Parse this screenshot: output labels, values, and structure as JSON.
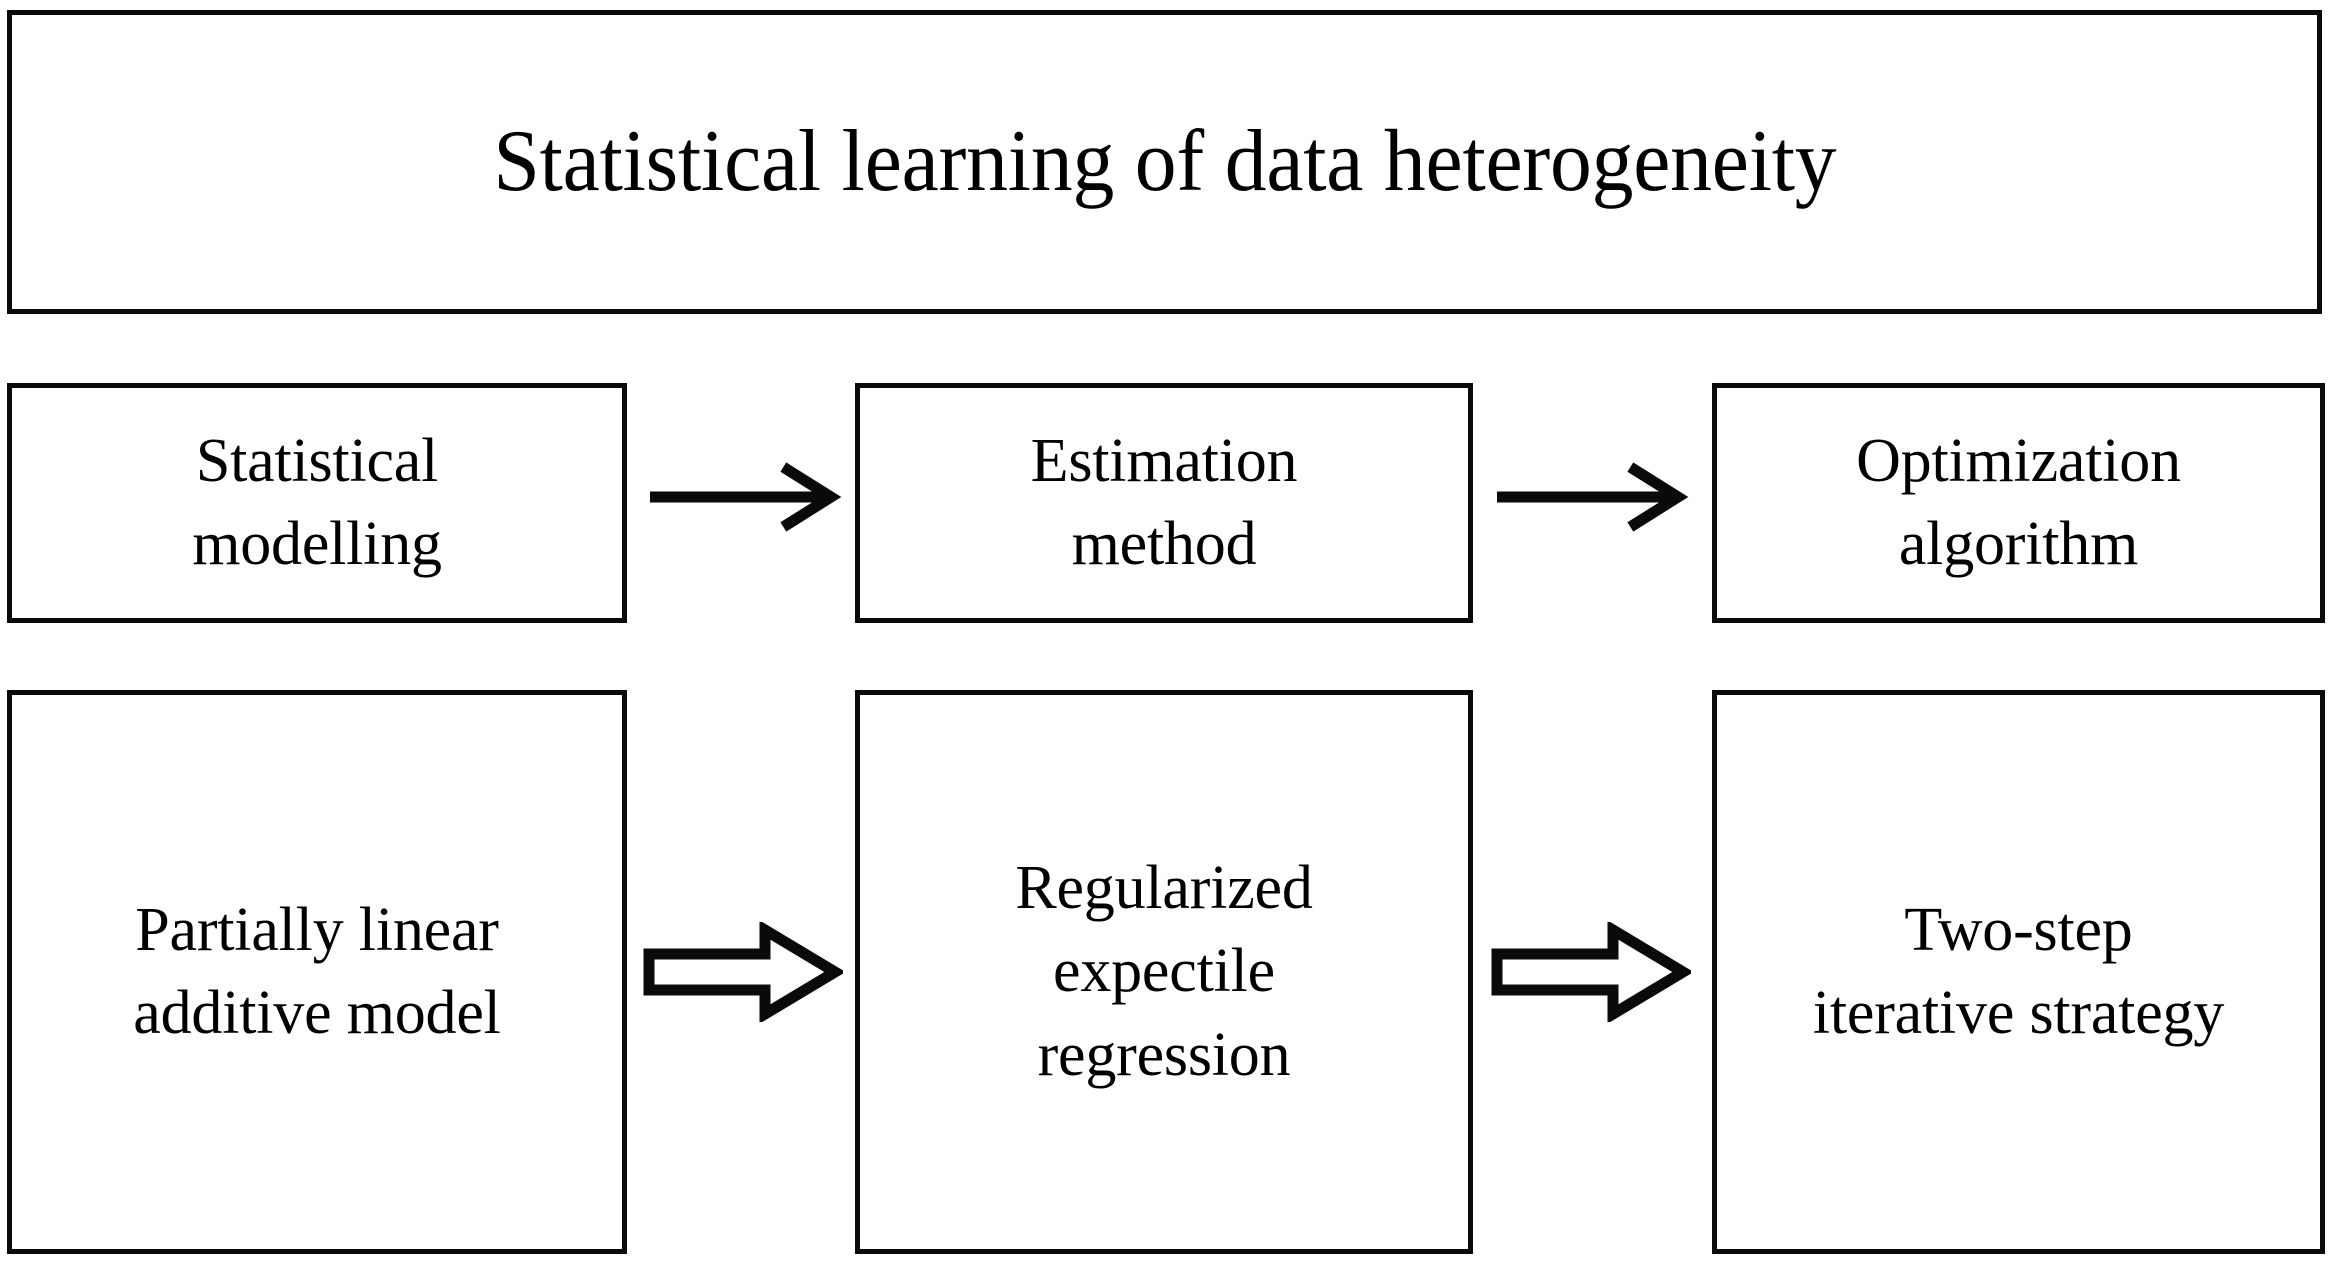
{
  "diagram": {
    "title": "Statistical learning of data heterogeneity",
    "pipeline_conceptual": [
      {
        "label": "Statistical\nmodelling"
      },
      {
        "label": "Estimation\nmethod"
      },
      {
        "label": "Optimization\nalgorithm"
      }
    ],
    "pipeline_concrete": [
      {
        "label": "Partially linear\nadditive model"
      },
      {
        "label": "Regularized\nexpectile\nregression"
      },
      {
        "label": "Two-step\niterative strategy"
      }
    ],
    "connectors": {
      "conceptual_arrow_icon": "arrow-right-line-icon",
      "concrete_arrow_icon": "arrow-right-block-hollow-icon"
    },
    "colors": {
      "stroke": "#0a0a0a",
      "background": "#ffffff",
      "text": "#000000"
    }
  }
}
